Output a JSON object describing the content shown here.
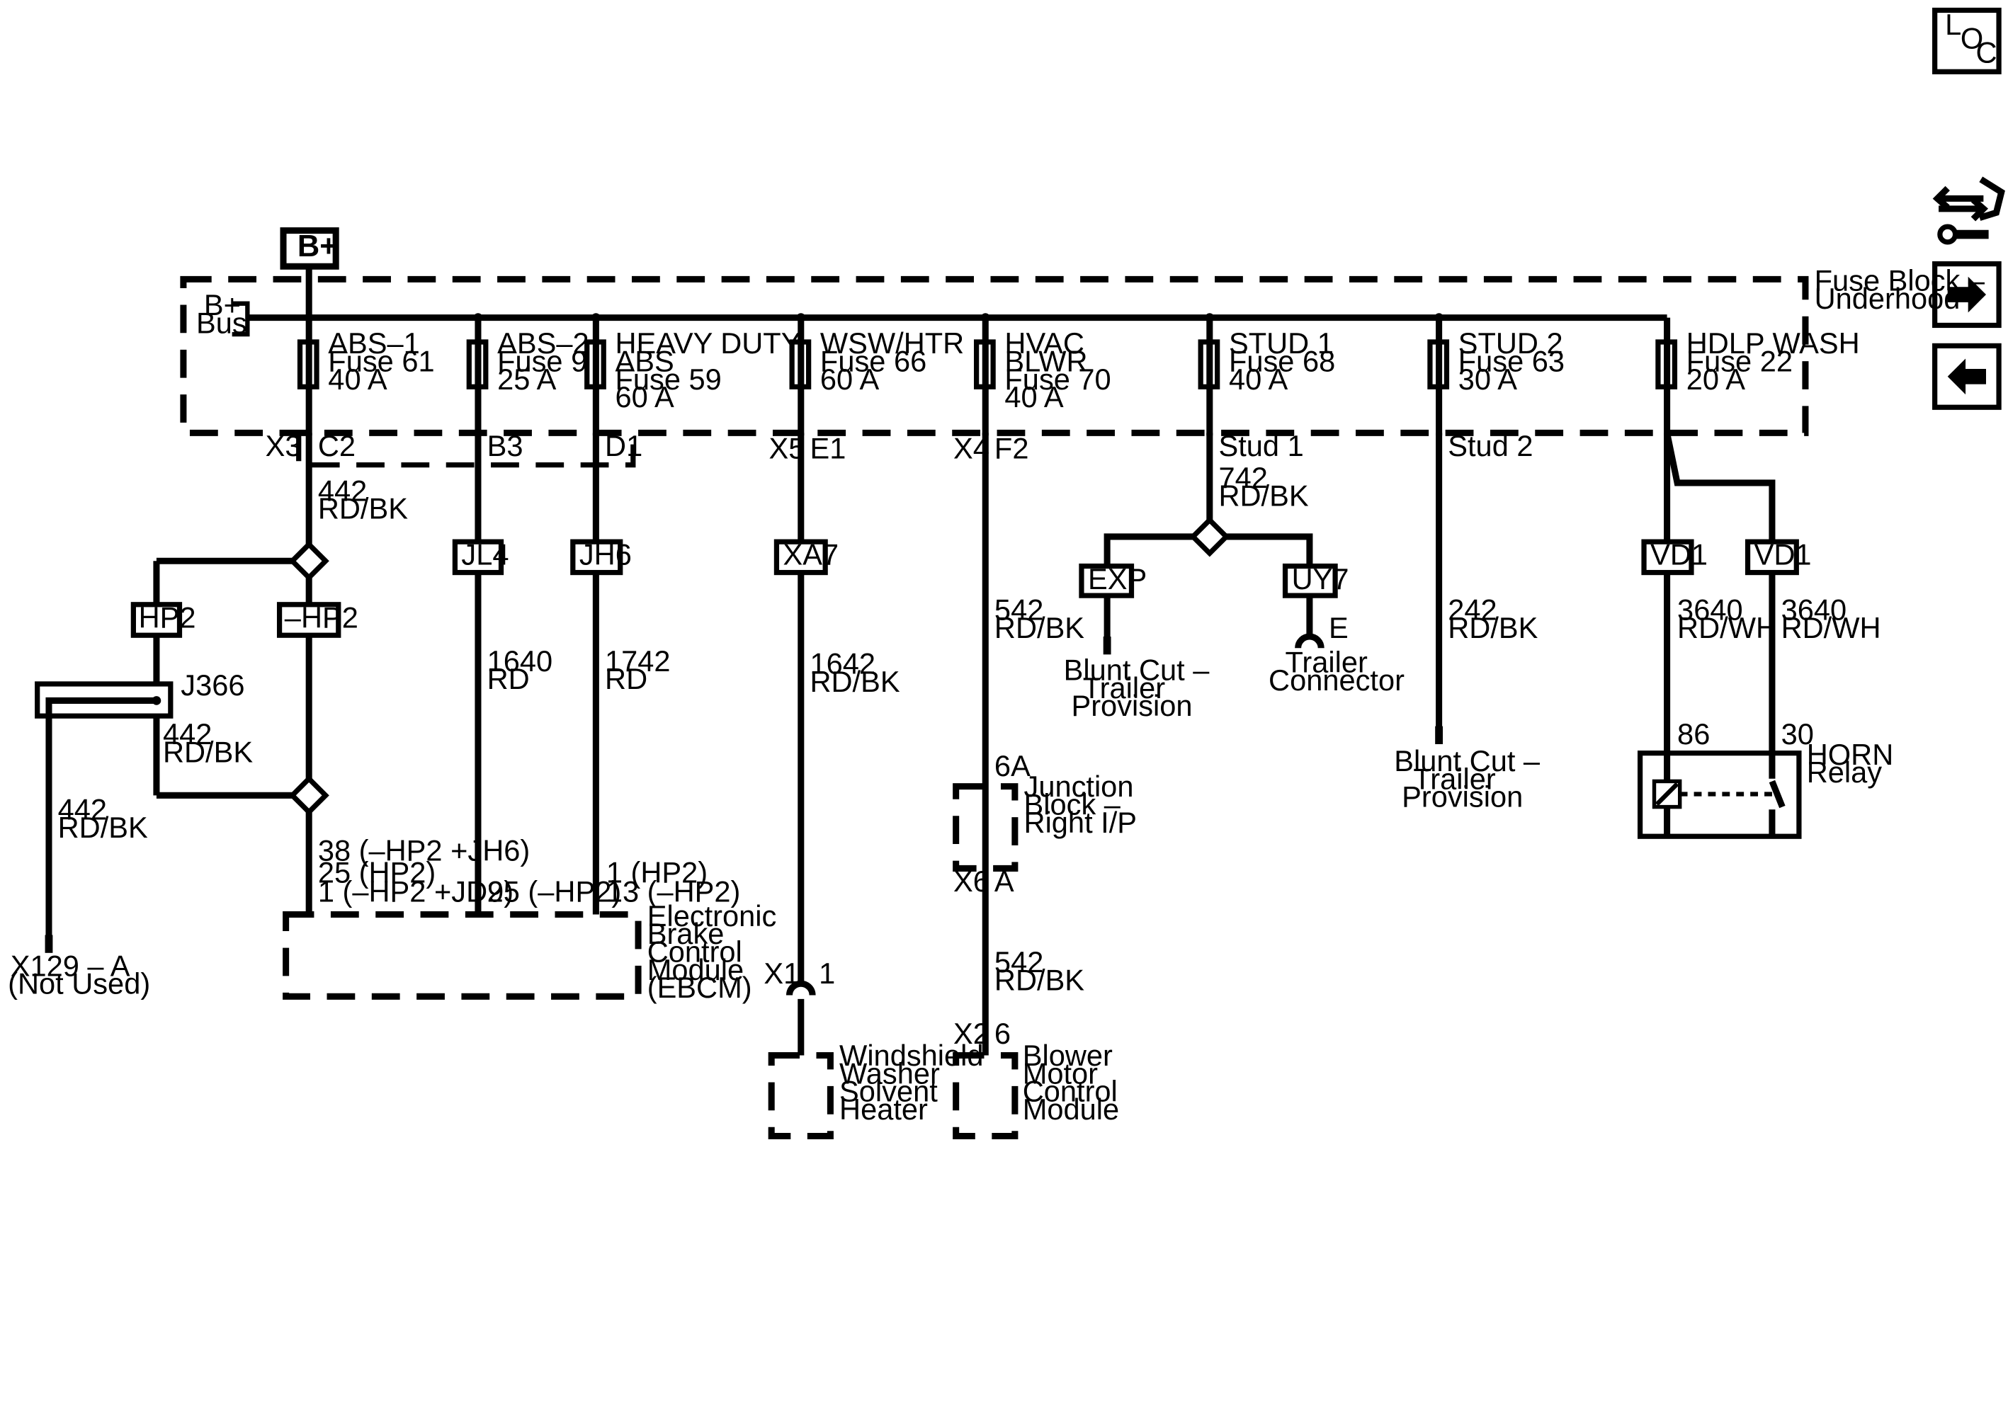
{
  "power": {
    "b_plus": "B+",
    "bus": [
      "B+",
      "Bus"
    ]
  },
  "fuse_block": [
    "Fuse Block –",
    "Underhood"
  ],
  "fuses": [
    [
      "ABS–1",
      "Fuse 61",
      "40 A"
    ],
    [
      "ABS–2",
      "Fuse 9",
      "25 A"
    ],
    [
      "HEAVY DUTY",
      "ABS",
      "Fuse 59",
      "60 A"
    ],
    [
      "WSW/HTR",
      "Fuse 66",
      "60 A"
    ],
    [
      "HVAC",
      "BLWR",
      "Fuse 70",
      "40 A"
    ],
    [
      "STUD 1",
      "Fuse 68",
      "40 A"
    ],
    [
      "STUD 2",
      "Fuse 63",
      "30 A"
    ],
    [
      "HDLP WASH",
      "Fuse 22",
      "20 A"
    ]
  ],
  "connectors": {
    "x3": "X3",
    "c2": "C2",
    "b3": "B3",
    "d1": "D1",
    "x5": "X5",
    "e1": "E1",
    "x4": "X4",
    "f2": "F2",
    "stud1": "Stud 1",
    "stud2": "Stud 2",
    "x6": "X6",
    "a": "A",
    "six_a": "6A",
    "x1": "X1",
    "one": "1",
    "x2": "X2",
    "six": "6",
    "e": "E",
    "j366": "J366",
    "x129": [
      "X129 – A",
      "(Not Used)"
    ]
  },
  "options": {
    "hp2": "HP2",
    "neg_hp2": "–HP2",
    "jl4": "JL4",
    "jh6": "JH6",
    "xa7": "XA7",
    "exp": "EXP",
    "uy7": "UY7",
    "vd1_a": "VD1",
    "vd1_b": "VD1"
  },
  "wires": {
    "w442_top": [
      "442",
      "RD/BK"
    ],
    "w442_mid": [
      "442",
      "RD/BK"
    ],
    "w442_left": [
      "442",
      "RD/BK"
    ],
    "w1640": [
      "1640",
      "RD"
    ],
    "w1742": [
      "1742",
      "RD"
    ],
    "w1642": [
      "1642",
      "RD/BK"
    ],
    "w542_top": [
      "542",
      "RD/BK"
    ],
    "w542_bot": [
      "542",
      "RD/BK"
    ],
    "w742": [
      "742",
      "RD/BK"
    ],
    "w242": [
      "242",
      "RD/BK"
    ],
    "w3640_a": [
      "3640",
      "RD/WH"
    ],
    "w3640_b": [
      "3640",
      "RD/WH"
    ]
  },
  "ebcm_pins": {
    "col1": [
      "38 (–HP2 +JH6)",
      "25 (HP2)",
      "1 (–HP2 +JD9)"
    ],
    "col2": "25 (–HP2)",
    "col3": [
      "1 (HP2)",
      "13 (–HP2)"
    ]
  },
  "components": {
    "ebcm": [
      "Electronic",
      "Brake",
      "Control",
      "Module",
      "(EBCM)"
    ],
    "washer_heater": [
      "Windshield",
      "Washer",
      "Solvent",
      "Heater"
    ],
    "blower": [
      "Blower",
      "Motor",
      "Control",
      "Module"
    ],
    "junction_block": [
      "Junction",
      "Block –",
      "Right I/P"
    ],
    "blunt_cut_1": [
      "Blunt Cut –",
      "Trailer",
      "Provision"
    ],
    "trailer_connector": [
      "Trailer",
      "Connector"
    ],
    "blunt_cut_2": [
      "Blunt Cut –",
      "Trailer",
      "Provision"
    ],
    "horn_relay": [
      "HORN",
      "Relay"
    ],
    "relay_pins": {
      "p86": "86",
      "p30": "30"
    }
  },
  "nav": {
    "loc": [
      "L",
      "O",
      "C"
    ],
    "connector_icon": "connector-wrench-icon",
    "next": "next-arrow-icon",
    "prev": "prev-arrow-icon"
  }
}
